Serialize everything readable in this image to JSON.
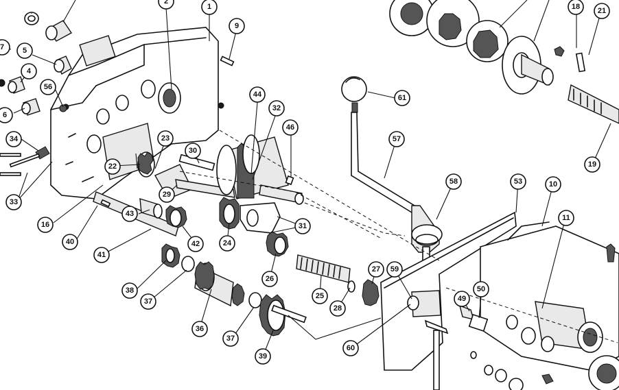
{
  "callouts": [
    {
      "id": "1",
      "text": "1"
    },
    {
      "id": "2",
      "text": "2"
    },
    {
      "id": "4",
      "text": "4"
    },
    {
      "id": "5",
      "text": "5"
    },
    {
      "id": "6",
      "text": "6"
    },
    {
      "id": "7",
      "text": "7"
    },
    {
      "id": "9",
      "text": "9"
    },
    {
      "id": "10",
      "text": "10"
    },
    {
      "id": "11",
      "text": "11"
    },
    {
      "id": "16",
      "text": "16"
    },
    {
      "id": "18",
      "text": "18"
    },
    {
      "id": "19",
      "text": "19"
    },
    {
      "id": "21",
      "text": "21"
    },
    {
      "id": "22",
      "text": "22"
    },
    {
      "id": "23",
      "text": "23"
    },
    {
      "id": "24",
      "text": "24"
    },
    {
      "id": "25",
      "text": "25"
    },
    {
      "id": "26",
      "text": "26"
    },
    {
      "id": "27",
      "text": "27"
    },
    {
      "id": "28",
      "text": "28"
    },
    {
      "id": "29",
      "text": "29"
    },
    {
      "id": "30",
      "text": "30"
    },
    {
      "id": "31",
      "text": "31"
    },
    {
      "id": "32",
      "text": "32"
    },
    {
      "id": "33",
      "text": "33"
    },
    {
      "id": "34",
      "text": "34"
    },
    {
      "id": "36",
      "text": "36"
    },
    {
      "id": "37a",
      "text": "37"
    },
    {
      "id": "37b",
      "text": "37"
    },
    {
      "id": "38",
      "text": "38"
    },
    {
      "id": "39",
      "text": "39"
    },
    {
      "id": "40",
      "text": "40"
    },
    {
      "id": "41",
      "text": "41"
    },
    {
      "id": "42",
      "text": "42"
    },
    {
      "id": "43",
      "text": "43"
    },
    {
      "id": "44",
      "text": "44"
    },
    {
      "id": "46",
      "text": "46"
    },
    {
      "id": "49",
      "text": "49"
    },
    {
      "id": "50",
      "text": "50"
    },
    {
      "id": "53",
      "text": "53"
    },
    {
      "id": "56",
      "text": "56"
    },
    {
      "id": "57",
      "text": "57"
    },
    {
      "id": "58",
      "text": "58"
    },
    {
      "id": "59",
      "text": "59"
    },
    {
      "id": "60",
      "text": "60"
    },
    {
      "id": "61",
      "text": "61"
    }
  ]
}
